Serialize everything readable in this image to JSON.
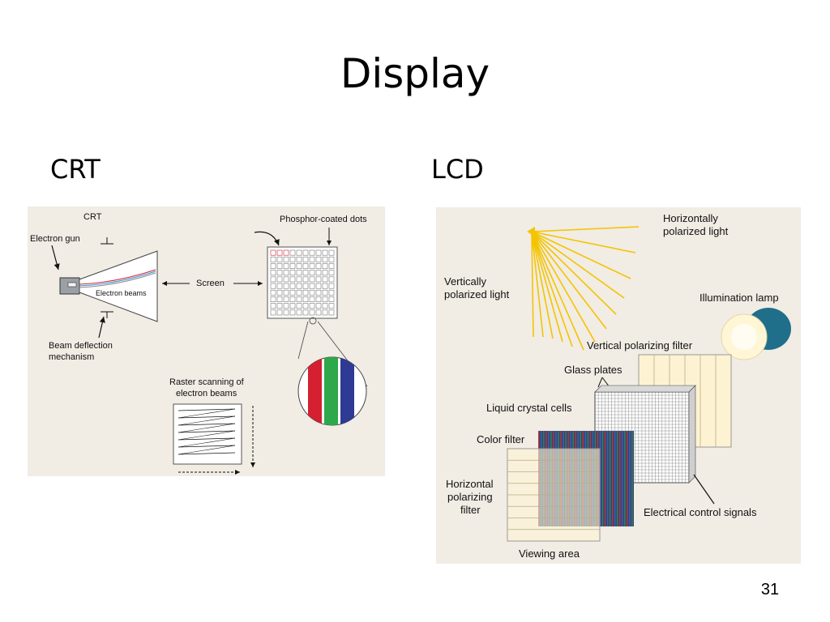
{
  "slide": {
    "title": "Display",
    "page_number": "31"
  },
  "crt": {
    "heading": "CRT",
    "figure": {
      "title": "CRT",
      "labels": {
        "electron_gun": "Electron gun",
        "electron_beams": "Electron beams",
        "screen": "Screen",
        "phosphor_dots": "Phosphor-coated dots",
        "beam_deflection_1": "Beam deflection",
        "beam_deflection_2": "mechanism",
        "raster_1": "Raster scanning of",
        "raster_2": "electron beams"
      },
      "colors": {
        "red": "#d42030",
        "green": "#2ea84a",
        "blue": "#2e3a94"
      }
    }
  },
  "lcd": {
    "heading": "LCD",
    "figure": {
      "labels": {
        "horizontally_1": "Horizontally",
        "horizontally_2": "polarized light",
        "vertically_1": "Vertically",
        "vertically_2": "polarized light",
        "illumination_lamp": "Illumination lamp",
        "vertical_filter": "Vertical polarizing filter",
        "glass_plates": "Glass plates",
        "liquid_crystal": "Liquid crystal cells",
        "color_filter": "Color filter",
        "horizontal_filter_1": "Horizontal",
        "horizontal_filter_2": "polarizing",
        "horizontal_filter_3": "filter",
        "control_signals": "Electrical control signals",
        "viewing_area": "Viewing area"
      },
      "colors": {
        "light_rays": "#f4c400",
        "filter_fill": "#fdf3d2",
        "lamp": "#1f6f8b"
      }
    }
  }
}
